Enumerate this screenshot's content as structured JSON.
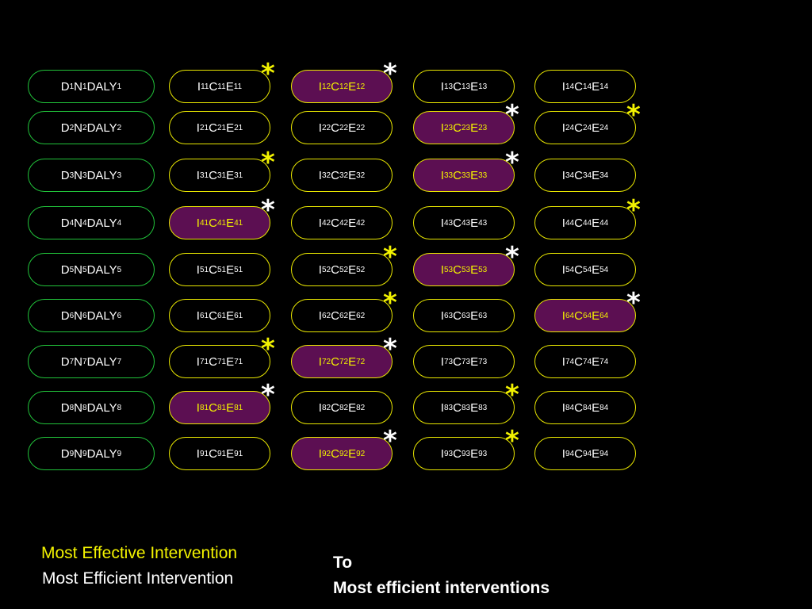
{
  "colors": {
    "background": "#000000",
    "d_border": "#21c23a",
    "i_border": "#e8e600",
    "highlight_fill": "#5c0f52",
    "white_text": "#ffffff",
    "yellow": "#f2f200"
  },
  "rows": [
    {
      "d": [
        "D",
        "1",
        "N",
        "1",
        "DALY",
        "1"
      ],
      "cells": [
        {
          "sub": "11",
          "fill": false,
          "star": "yellow"
        },
        {
          "sub": "12",
          "fill": true,
          "star": "white"
        },
        {
          "sub": "13",
          "fill": false,
          "star": ""
        },
        {
          "sub": "14",
          "fill": false,
          "star": ""
        }
      ]
    },
    {
      "d": [
        "D",
        "2",
        "N",
        "2",
        "DALY",
        "2"
      ],
      "cells": [
        {
          "sub": "21",
          "fill": false,
          "star": ""
        },
        {
          "sub": "22",
          "fill": false,
          "star": ""
        },
        {
          "sub": "23",
          "fill": true,
          "star": "white"
        },
        {
          "sub": "24",
          "fill": false,
          "star": "yellow"
        }
      ]
    },
    {
      "d": [
        "D",
        "3",
        "N",
        "3",
        "DALY",
        "3"
      ],
      "cells": [
        {
          "sub": "31",
          "fill": false,
          "star": "yellow"
        },
        {
          "sub": "32",
          "fill": false,
          "star": ""
        },
        {
          "sub": "33",
          "fill": true,
          "star": "white"
        },
        {
          "sub": "34",
          "fill": false,
          "star": ""
        }
      ]
    },
    {
      "d": [
        "D",
        "4",
        "N",
        "4",
        "DALY",
        "4"
      ],
      "cells": [
        {
          "sub": "41",
          "fill": true,
          "star": "white"
        },
        {
          "sub": "42",
          "fill": false,
          "star": ""
        },
        {
          "sub": "43",
          "fill": false,
          "star": ""
        },
        {
          "sub": "44",
          "fill": false,
          "star": "yellow"
        }
      ]
    },
    {
      "d": [
        "D",
        "5",
        "N",
        "5",
        "DALY",
        "5"
      ],
      "cells": [
        {
          "sub": "51",
          "fill": false,
          "star": ""
        },
        {
          "sub": "52",
          "fill": false,
          "star": "yellow"
        },
        {
          "sub": "53",
          "fill": true,
          "star": "white"
        },
        {
          "sub": "54",
          "fill": false,
          "star": ""
        }
      ]
    },
    {
      "d": [
        "D",
        "6",
        "N",
        "6",
        "DALY",
        "6"
      ],
      "cells": [
        {
          "sub": "61",
          "fill": false,
          "star": ""
        },
        {
          "sub": "62",
          "fill": false,
          "star": "yellow"
        },
        {
          "sub": "63",
          "fill": false,
          "star": ""
        },
        {
          "sub": "64",
          "fill": true,
          "star": "white"
        }
      ]
    },
    {
      "d": [
        "D",
        "7",
        "N",
        "7",
        "DALY",
        "7"
      ],
      "cells": [
        {
          "sub": "71",
          "fill": false,
          "star": "yellow"
        },
        {
          "sub": "72",
          "fill": true,
          "star": "white"
        },
        {
          "sub": "73",
          "fill": false,
          "star": ""
        },
        {
          "sub": "74",
          "fill": false,
          "star": ""
        }
      ]
    },
    {
      "d": [
        "D",
        "8",
        "N",
        "8",
        "DALY",
        "8"
      ],
      "cells": [
        {
          "sub": "81",
          "fill": true,
          "star": "white"
        },
        {
          "sub": "82",
          "fill": false,
          "star": ""
        },
        {
          "sub": "83",
          "fill": false,
          "star": "yellow"
        },
        {
          "sub": "84",
          "fill": false,
          "star": ""
        }
      ]
    },
    {
      "d": [
        "D",
        "9",
        "N",
        "9",
        "DALY",
        "9"
      ],
      "cells": [
        {
          "sub": "91",
          "fill": false,
          "star": ""
        },
        {
          "sub": "92",
          "fill": true,
          "star": "white"
        },
        {
          "sub": "93",
          "fill": false,
          "star": "yellow"
        },
        {
          "sub": "94",
          "fill": false,
          "star": ""
        }
      ]
    }
  ],
  "i_letters": [
    "I",
    "C",
    "E"
  ],
  "star_glyph": "*",
  "legend": {
    "effective": "Most Effective Intervention",
    "efficient": "Most Efficient Intervention"
  },
  "note": {
    "line1": "To",
    "line2": "Most efficient interventions"
  }
}
